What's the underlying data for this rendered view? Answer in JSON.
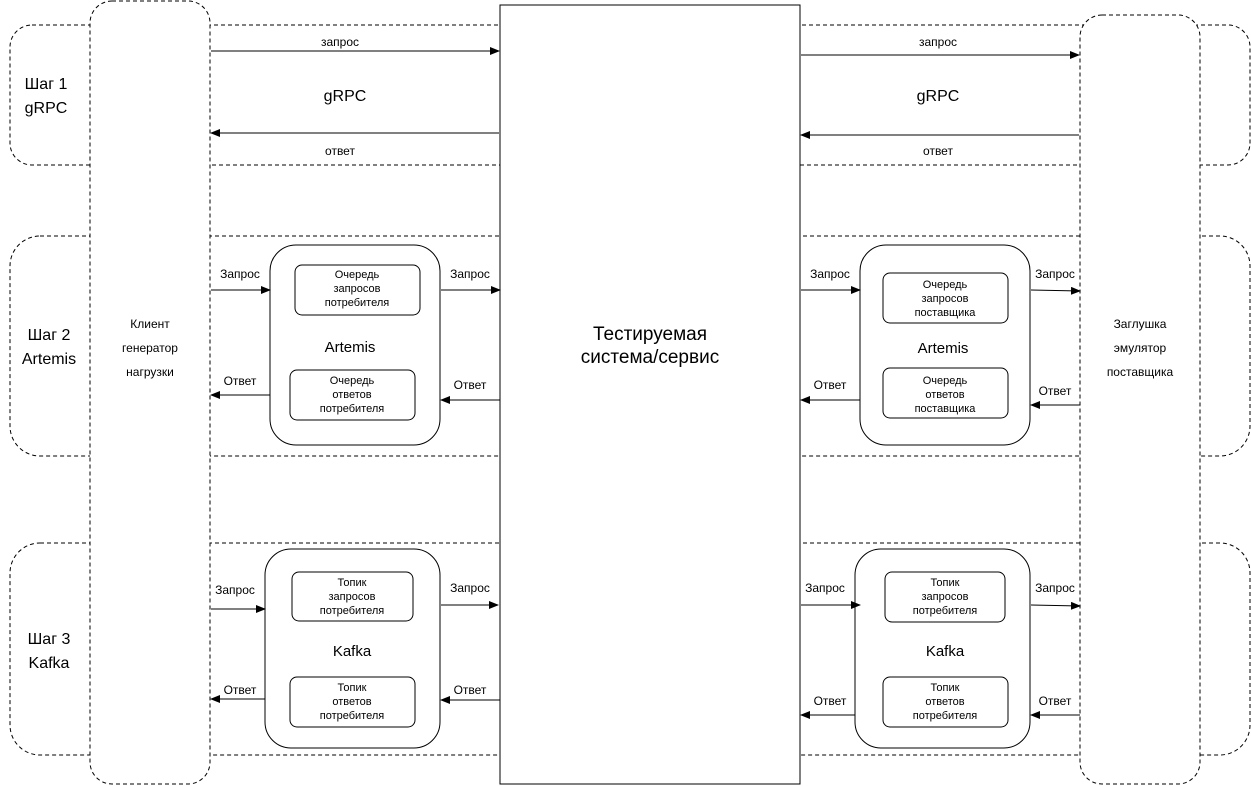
{
  "steps": {
    "grpc": {
      "title": "Шаг 1",
      "tech": "gRPC"
    },
    "artemis": {
      "title": "Шаг 2",
      "tech": "Artemis"
    },
    "kafka": {
      "title": "Шаг 3",
      "tech": "Kafka"
    }
  },
  "client": {
    "line1": "Клиент",
    "line2": "генератор",
    "line3": "нагрузки"
  },
  "stub": {
    "line1": "Заглушка",
    "line2": "эмулятор",
    "line3": "поставщика"
  },
  "sut": {
    "line1": "Тестируемая",
    "line2": "система/сервис"
  },
  "grpc_row": {
    "request": "запрос",
    "response": "ответ",
    "protocol": "gRPC"
  },
  "labels": {
    "request": "Запрос",
    "response": "Ответ"
  },
  "artemis_left": {
    "name": "Artemis",
    "queue_req": [
      "Очередь",
      "запросов",
      "потребителя"
    ],
    "queue_resp": [
      "Очередь",
      "ответов",
      "потребителя"
    ]
  },
  "artemis_right": {
    "name": "Artemis",
    "queue_req": [
      "Очередь",
      "запросов",
      "поставщика"
    ],
    "queue_resp": [
      "Очередь",
      "ответов",
      "поставщика"
    ]
  },
  "kafka_left": {
    "name": "Kafka",
    "topic_req": [
      "Топик",
      "запросов",
      "потребителя"
    ],
    "topic_resp": [
      "Топик",
      "ответов",
      "потребителя"
    ]
  },
  "kafka_right": {
    "name": "Kafka",
    "topic_req": [
      "Топик",
      "запросов",
      "потребителя"
    ],
    "topic_resp": [
      "Топик",
      "ответов",
      "потребителя"
    ]
  }
}
